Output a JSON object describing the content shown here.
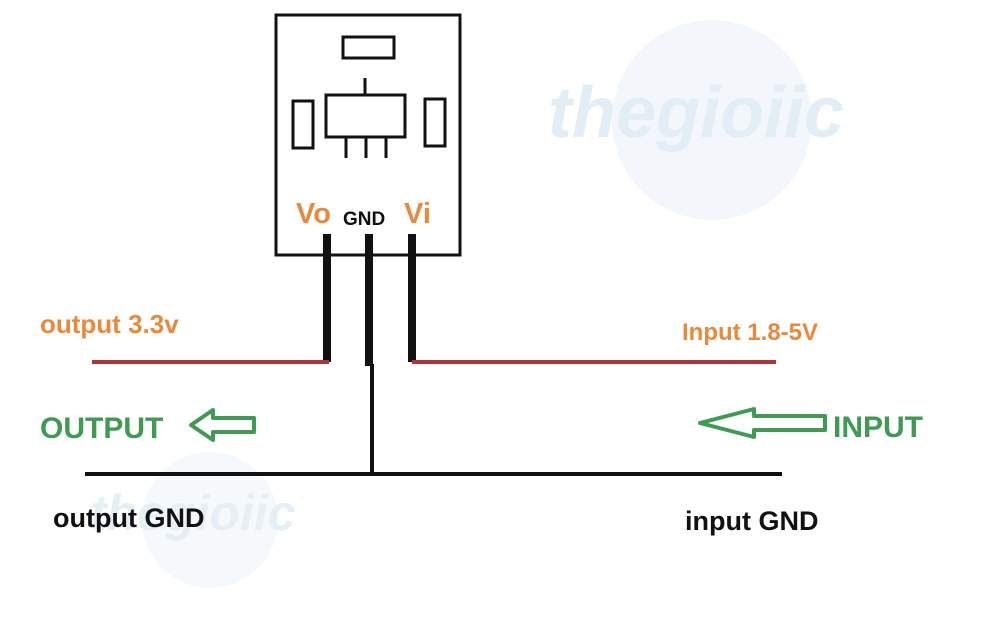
{
  "watermark": {
    "text": "thegioiic"
  },
  "module": {
    "pins": {
      "vo": "Vo",
      "gnd": "GND",
      "vi": "Vi"
    }
  },
  "labels": {
    "output_voltage": "output 3.3v",
    "input_voltage": "Input 1.8-5V",
    "output": "OUTPUT",
    "input": "INPUT",
    "output_gnd": "output GND",
    "input_gnd": "input GND"
  },
  "colors": {
    "voltage_label": "#e8893c",
    "voltage_wire": "#b3333a",
    "direction": "#3f9a52",
    "line": "#111111",
    "watermark": "#e3edf6"
  }
}
